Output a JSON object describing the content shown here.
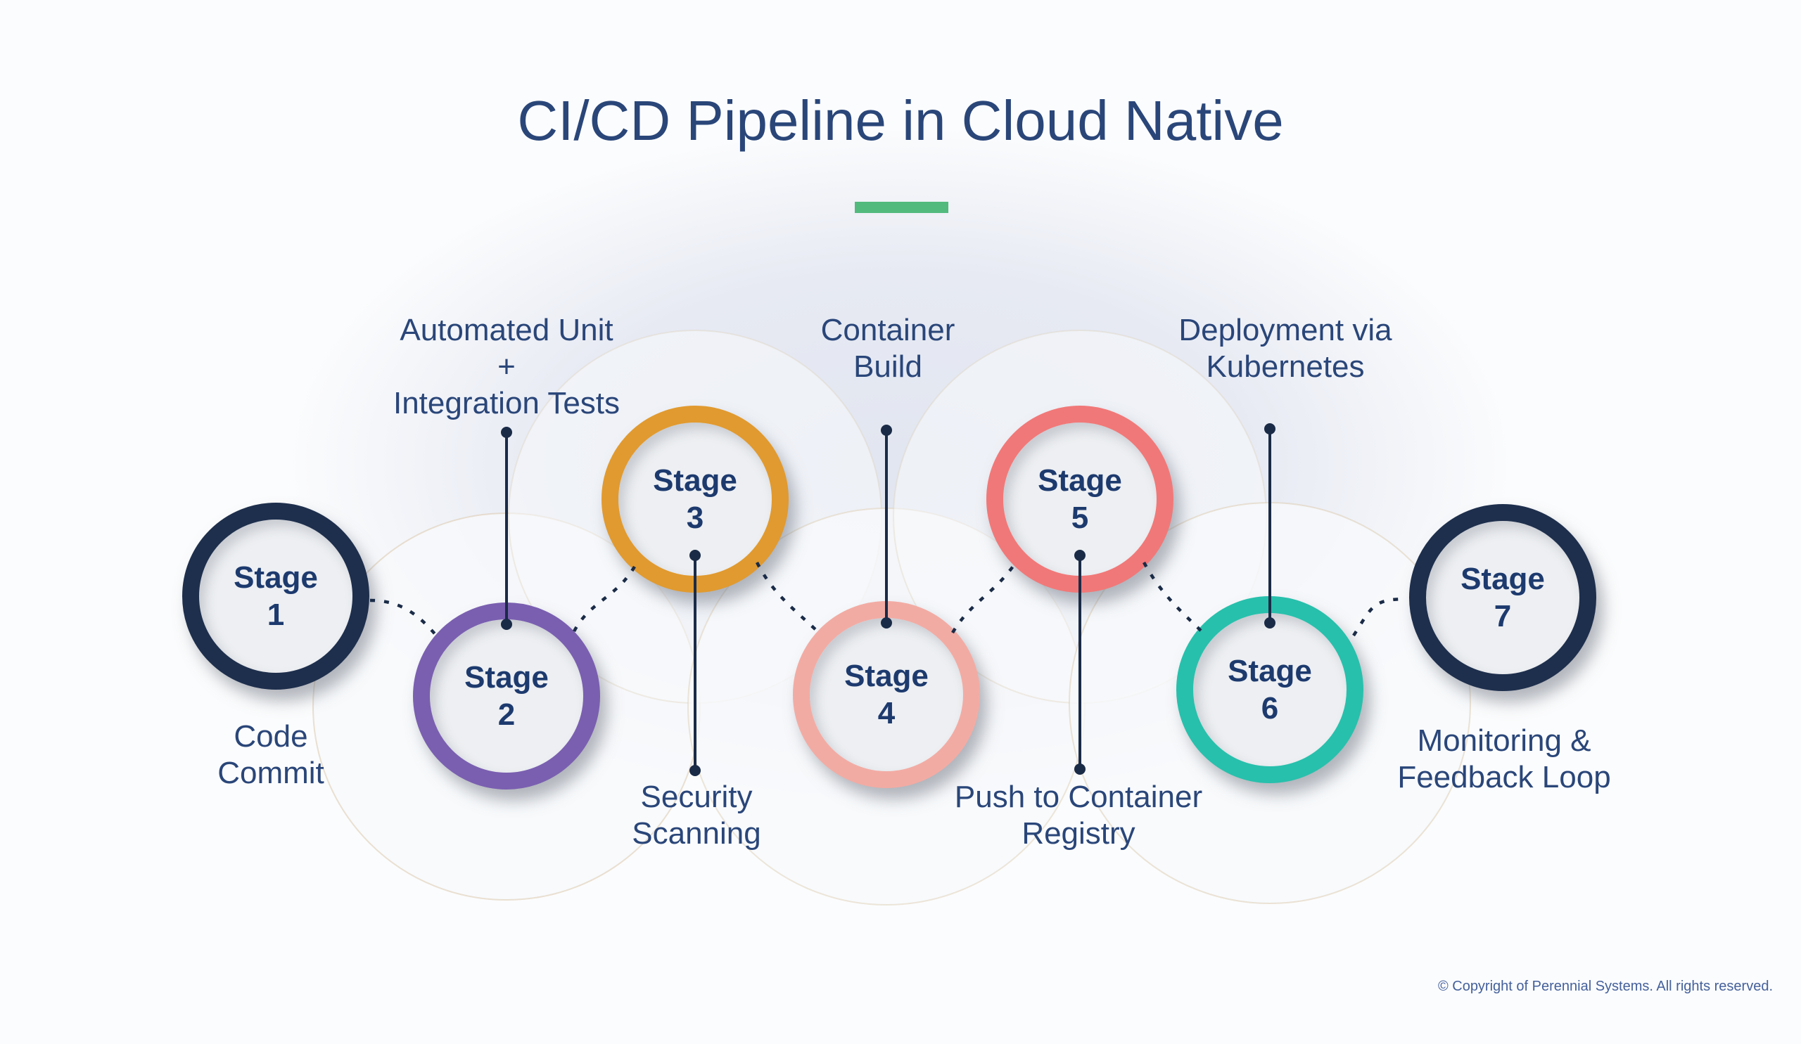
{
  "title": "CI/CD Pipeline in Cloud Native",
  "accent": {
    "bar_color": "#52ba7d"
  },
  "palette": {
    "title_text": "#2a4679",
    "label_text": "#2a4679",
    "stage_circle_text": "#1d3a6e",
    "connector_line": "#1a2b47",
    "background_glow": "#e2e6f0",
    "decor_circle_stroke": "#dcc9ad"
  },
  "stages": [
    {
      "circle_word": "Stage",
      "circle_number": "1",
      "ring_color": "#1e2f4d",
      "label_position": "below",
      "label_lines": [
        "Code",
        "Commit"
      ]
    },
    {
      "circle_word": "Stage",
      "circle_number": "2",
      "ring_color": "#7a5fb0",
      "label_position": "above",
      "label_lines": [
        "Automated Unit",
        "+",
        "Integration Tests"
      ]
    },
    {
      "circle_word": "Stage",
      "circle_number": "3",
      "ring_color": "#e19a2f",
      "label_position": "below",
      "label_lines": [
        "Security",
        "Scanning"
      ]
    },
    {
      "circle_word": "Stage",
      "circle_number": "4",
      "ring_color": "#f2aba3",
      "label_position": "above",
      "label_lines": [
        "Container",
        "Build"
      ]
    },
    {
      "circle_word": "Stage",
      "circle_number": "5",
      "ring_color": "#f17878",
      "label_position": "below",
      "label_lines": [
        "Push to Container",
        "Registry"
      ]
    },
    {
      "circle_word": "Stage",
      "circle_number": "6",
      "ring_color": "#27c0ac",
      "label_position": "above",
      "label_lines": [
        "Deployment via",
        "Kubernetes"
      ]
    },
    {
      "circle_word": "Stage",
      "circle_number": "7",
      "ring_color": "#1e2f4d",
      "label_position": "below",
      "label_lines": [
        "Monitoring &",
        "Feedback Loop"
      ]
    }
  ],
  "footer": {
    "copyright": "© Copyright of Perennial Systems. All rights reserved."
  }
}
